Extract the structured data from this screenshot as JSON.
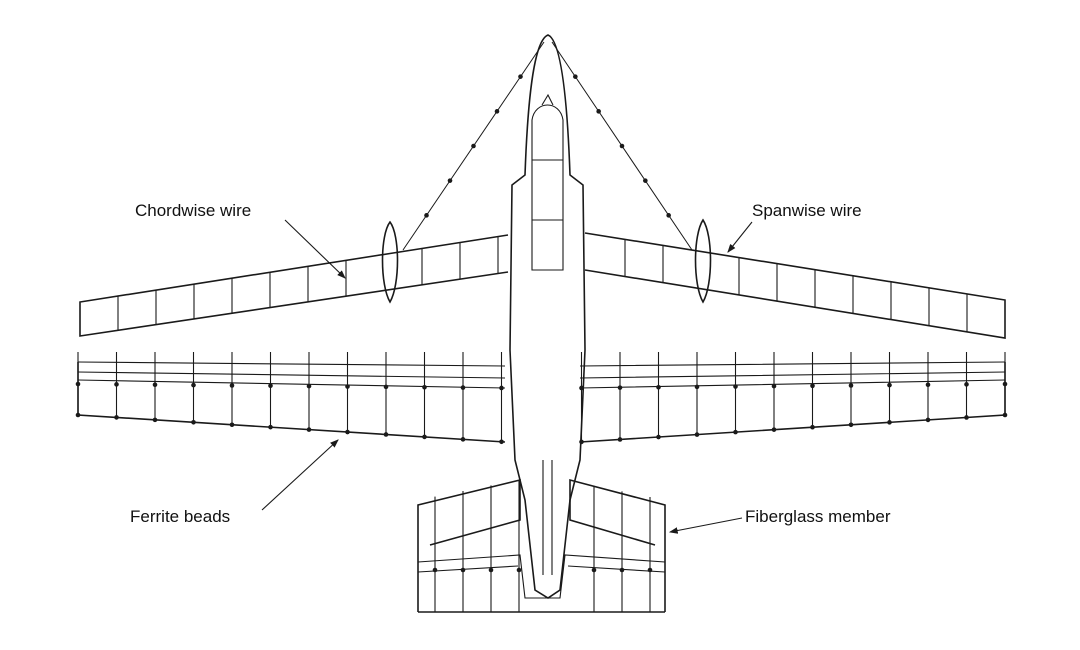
{
  "diagram": {
    "labels": {
      "chordwise": "Chordwise wire",
      "spanwise": "Spanwise wire",
      "ferrite": "Ferrite beads",
      "fiberglass": "Fiberglass member"
    },
    "colors": {
      "ink": "#1a1a1a",
      "background": "#ffffff"
    }
  }
}
